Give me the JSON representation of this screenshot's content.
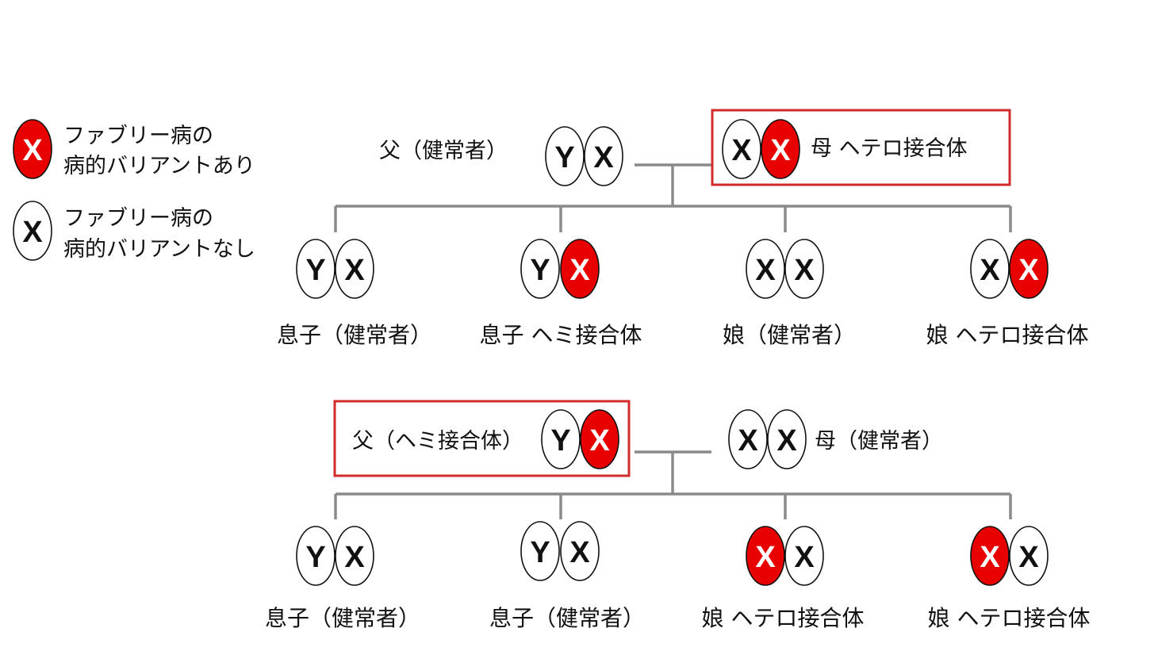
{
  "legend": {
    "affected_symbol": "X",
    "affected_text_1": "ファブリー病の",
    "affected_text_2": "病的バリアントあり",
    "normal_symbol": "X",
    "normal_text_1": "ファブリー病の",
    "normal_text_2": "病的バリアントなし"
  },
  "colors": {
    "affected_fill": "#e80000",
    "highlight_border": "#d22b2b",
    "line": "#8a8a8a",
    "outline": "#111111"
  },
  "pedigree_1": {
    "father": {
      "label": "父（健常者）",
      "left": "Y",
      "right": "X",
      "left_affected": false,
      "right_affected": false
    },
    "mother": {
      "label": "母 ヘテロ接合体",
      "left": "X",
      "right": "X",
      "left_affected": false,
      "right_affected": true
    },
    "children": [
      {
        "label": "息子（健常者）",
        "left": "Y",
        "right": "X",
        "left_affected": false,
        "right_affected": false
      },
      {
        "label": "息子 ヘミ接合体",
        "left": "Y",
        "right": "X",
        "left_affected": false,
        "right_affected": true
      },
      {
        "label": "娘（健常者）",
        "left": "X",
        "right": "X",
        "left_affected": false,
        "right_affected": false
      },
      {
        "label": "娘 ヘテロ接合体",
        "left": "X",
        "right": "X",
        "left_affected": false,
        "right_affected": true
      }
    ]
  },
  "pedigree_2": {
    "father": {
      "label": "父（ヘミ接合体）",
      "left": "Y",
      "right": "X",
      "left_affected": false,
      "right_affected": true
    },
    "mother": {
      "label": "母（健常者）",
      "left": "X",
      "right": "X",
      "left_affected": false,
      "right_affected": false
    },
    "children": [
      {
        "label": "息子（健常者）",
        "left": "Y",
        "right": "X",
        "left_affected": false,
        "right_affected": false
      },
      {
        "label": "息子（健常者）",
        "left": "Y",
        "right": "X",
        "left_affected": false,
        "right_affected": false
      },
      {
        "label": "娘 ヘテロ接合体",
        "left": "X",
        "right": "X",
        "left_affected": true,
        "right_affected": false
      },
      {
        "label": "娘 ヘテロ接合体",
        "left": "X",
        "right": "X",
        "left_affected": true,
        "right_affected": false
      }
    ]
  }
}
